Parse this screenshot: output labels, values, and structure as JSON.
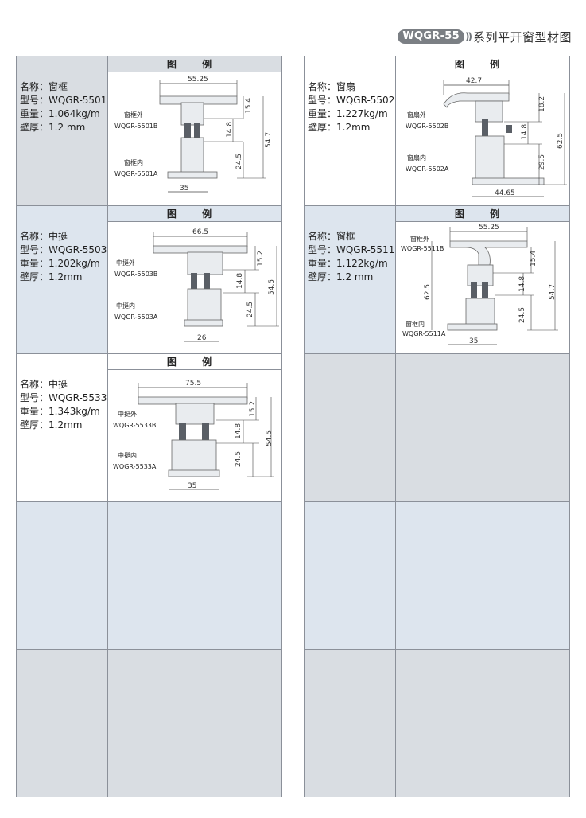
{
  "header": {
    "badge": "WQGR-55",
    "arrows": "))",
    "title": "系列平开窗型材图"
  },
  "legend_label": "图    例",
  "profiles": [
    {
      "name": "名称：窗框",
      "model": "型号：WQGR-5501",
      "weight": "重量：1.064kg/m",
      "thickness": "壁厚：1.2 mm",
      "outer_label": "窗框外",
      "outer_code": "WQGR-5501B",
      "inner_label": "窗框内",
      "inner_code": "WQGR-5501A",
      "dims": {
        "top": "55.25",
        "a": "15.4",
        "b": "14.8",
        "c": "24.5",
        "total": "54.7",
        "bottom": "35"
      }
    },
    {
      "name": "名称：窗扇",
      "model": "型号：WQGR-5502",
      "weight": "重量：1.227kg/m",
      "thickness": "壁厚：1.2mm",
      "outer_label": "窗扇外",
      "outer_code": "WQGR-5502B",
      "inner_label": "窗扇内",
      "inner_code": "WQGR-5502A",
      "dims": {
        "top": "42.7",
        "a": "18.2",
        "b": "14.8",
        "c": "29.5",
        "total": "62.5",
        "bottom": "44.65"
      }
    },
    {
      "name": "名称：中挺",
      "model": "型号：WQGR-5503",
      "weight": "重量：1.202kg/m",
      "thickness": "壁厚：1.2mm",
      "outer_label": "中挺外",
      "outer_code": "WQGR-5503B",
      "inner_label": "中挺内",
      "inner_code": "WQGR-5503A",
      "dims": {
        "top": "66.5",
        "a": "15.2",
        "b": "14.8",
        "c": "24.5",
        "total": "54.5",
        "bottom": "26"
      }
    },
    {
      "name": "名称：窗框",
      "model": "型号：WQGR-5511",
      "weight": "重量：1.122kg/m",
      "thickness": "壁厚：1.2 mm",
      "outer_label": "窗框外",
      "outer_code": "WQGR-5511B",
      "inner_label": "窗框内",
      "inner_code": "WQGR-5511A",
      "dims": {
        "top": "55.25",
        "a": "15.4",
        "b": "14.8",
        "c": "24.5",
        "total": "54.7",
        "side": "62.5",
        "bottom": "35"
      }
    },
    {
      "name": "名称：中挺",
      "model": "型号：WQGR-5533",
      "weight": "重量：1.343kg/m",
      "thickness": "壁厚：1.2mm",
      "outer_label": "中挺外",
      "outer_code": "WQGR-5533B",
      "inner_label": "中挺内",
      "inner_code": "WQGR-5533A",
      "dims": {
        "top": "75.5",
        "a": "15.2",
        "b": "14.8",
        "c": "24.5",
        "total": "54.5",
        "bottom": "35"
      }
    }
  ],
  "colors": {
    "border": "#8b9099",
    "row_gray": "#d9dde2",
    "row_blue": "#dde5ee",
    "profile_fill": "#e9ecef",
    "gasket": "#5a5f66"
  }
}
